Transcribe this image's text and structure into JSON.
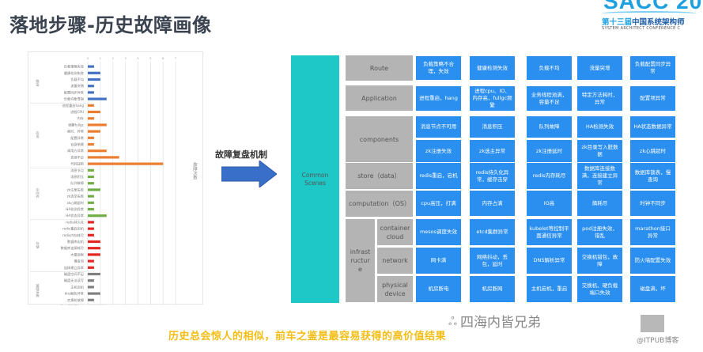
{
  "header": {
    "title": "落地步骤-历史故障画像",
    "logo": {
      "big_text": "SACC 20",
      "cn_prefix": "第十三届",
      "cn_text": "中国系统架构师",
      "en_text": "SYSTEM ARCHITECT CONFERENCE C"
    }
  },
  "arrow": {
    "label": "故障复盘机制",
    "icon": "right-arrow-icon"
  },
  "chart_data": {
    "type": "bar",
    "orientation": "horizontal",
    "title": "",
    "xlabel": "",
    "ylabel": "",
    "side_label": "故障次数",
    "xlim": [
      0,
      8
    ],
    "x_ticks": [
      "0",
      "1",
      "2",
      "3",
      "4",
      "5",
      "6",
      "7"
    ],
    "grid": true,
    "groups": [
      {
        "name": "路由",
        "color": "#4472c4",
        "categories": [
          "负载策略失效",
          "健康检测失败",
          "负载不均",
          "流量突增",
          "配置同步异常",
          "负载均衡雪崩"
        ],
        "values": [
          0.5,
          1,
          1,
          0.5,
          0.5,
          1.5
        ]
      },
      {
        "name": "应用",
        "color": "#ed7d31",
        "categories": [
          "进程重启hang",
          "进程CPU",
          "内存",
          "频繁fullgc",
          "耗时、异常",
          "配置异常",
          "自身依赖",
          "调用方异常",
          "资源不足",
          "代码缺陷"
        ],
        "values": [
          0.5,
          1,
          0.5,
          1.5,
          1,
          0.5,
          0.5,
          1.5,
          2.5,
          6
        ]
      },
      {
        "name": "中间件",
        "color": "#70ad47",
        "categories": [
          "消息节点",
          "消息积压",
          "队列故障",
          "zk注册失败",
          "zk选举失败",
          "zk心跳超时",
          "HA检测异常",
          "HA状态异常"
        ],
        "values": [
          0.5,
          0.5,
          0.5,
          1,
          0.5,
          0.5,
          0.5,
          1.5
        ]
      },
      {
        "name": "存储",
        "color": "#e52521",
        "categories": [
          "redis持久化",
          "redis重启宕机",
          "redis内存耗尽",
          "数据库宕机",
          "数据库连接耗尽",
          "大量锁表",
          "慢查询",
          "连接建立异常"
        ],
        "values": [
          0.5,
          0.5,
          0.5,
          1,
          1,
          1,
          0.5,
          0.5
        ]
      },
      {
        "name": "基础设施",
        "color": "#808080",
        "categories": [
          "磁盘空间不足",
          "磁盘无法读写",
          "主机宕机",
          "dns解析异常",
          "交换机故障",
          "防火墙配置失效"
        ],
        "values": [
          1,
          0.5,
          0.5,
          1,
          0.5,
          1.5
        ]
      }
    ]
  },
  "diagram": {
    "scenes_label": "Common Scenes",
    "categories": [
      {
        "label": "Route",
        "rows": [
          [
            "负载策略不合理，失效",
            "健康检测失效",
            "负载不均",
            "流量突增",
            "负载配置同步异常"
          ]
        ]
      },
      {
        "label": "Application",
        "rows": [
          [
            "进程重启，hang",
            "进程cpu、IO、内存高，fullgc频繁",
            "业务线程池满，容量不足",
            "特定方法耗时，异常",
            "配置项异常"
          ]
        ]
      },
      {
        "label": "components",
        "rows": [
          [
            "消息节点不可用",
            "消息积压",
            "队列故障",
            "HA检测失效",
            "HA状态数据异常"
          ],
          [
            "zk注册失效",
            "zk选主异常",
            "zk注册延时",
            "zk目录写入脏数据",
            "zk心跳超时"
          ]
        ]
      },
      {
        "label": "store（data）",
        "rows": [
          [
            "redis重启，宕机",
            "redis持久化异常，缓存击穿",
            "redis内存耗尽",
            "数据库连接数满，连接建立异常",
            "数据库锁表，慢查询"
          ]
        ]
      },
      {
        "label": "computation（OS）",
        "rows": [
          [
            "cpu高压，打满",
            "内存占满",
            "IO高",
            "熵耗尽",
            "时钟不同步"
          ]
        ]
      },
      {
        "label": "infrastructure",
        "subs": [
          {
            "label": "container cloud",
            "cells": [
              "mesos调度失效",
              "etcd集群异常",
              "kubelet等控制平面通信异常",
              "pod注册失效，错乱",
              "marathon接口异常"
            ]
          },
          {
            "label": "network",
            "cells": [
              "网卡满",
              "网络抖动，丢包，延时",
              "DNS解析异常",
              "交换机错包，故障",
              "防火墙配置失效"
            ]
          },
          {
            "label": "physical device",
            "cells": [
              "机房断电",
              "机房断网",
              "主机宕机，重启",
              "交换机、硬负载端口失效",
              "磁盘满，坏"
            ]
          }
        ]
      }
    ]
  },
  "footer": {
    "text": "历史总会惊人的相似，前车之鉴是最容易获得的高价值结果",
    "watermark": "四海内皆兄弟",
    "watermark_icon": "wechat-icon",
    "watermark2": "@ITPUB博客"
  }
}
